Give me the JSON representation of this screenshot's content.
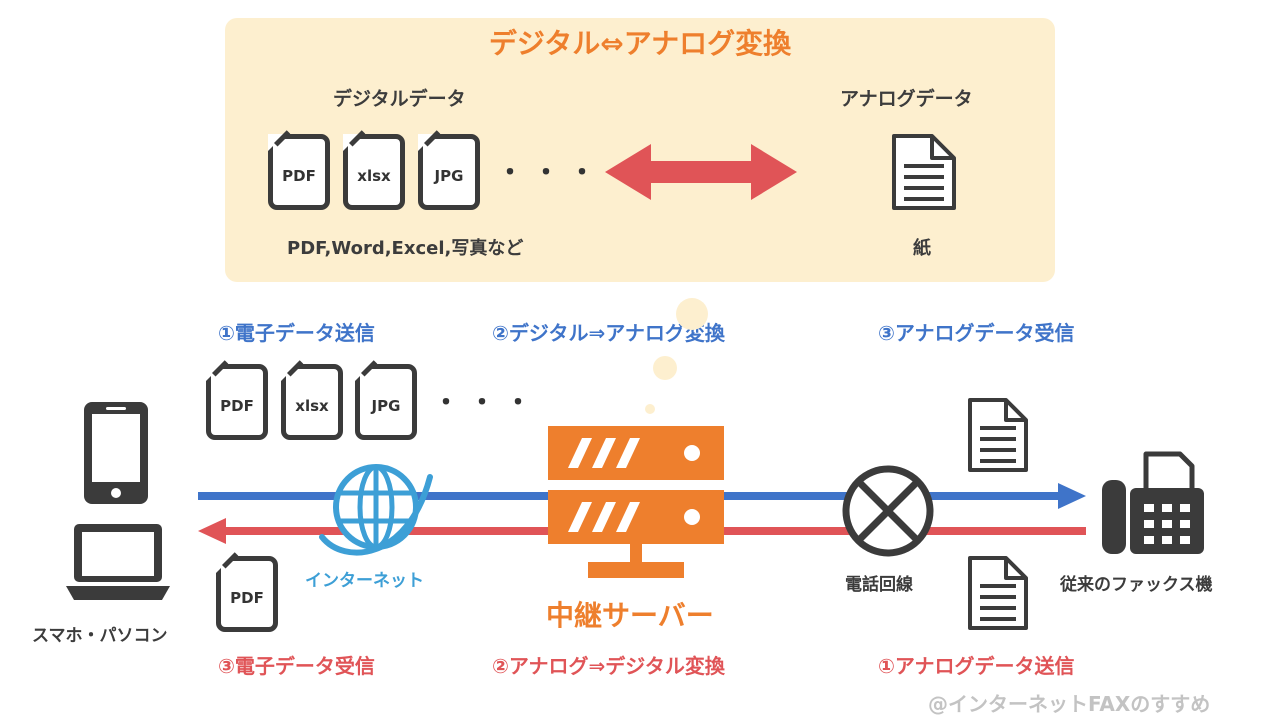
{
  "top_panel": {
    "title": "デジタル⇔アナログ変換",
    "digital_label": "デジタルデータ",
    "analog_label": "アナログデータ",
    "file_types": [
      "PDF",
      "xlsx",
      "JPG"
    ],
    "ellipsis": "・・・",
    "digital_caption": "PDF,Word,Excel,写真など",
    "analog_caption": "紙"
  },
  "steps_top": {
    "left": "①電子データ送信",
    "center": "②デジタル⇒アナログ変換",
    "right": "③アナログデータ受信"
  },
  "steps_bottom": {
    "left": "③電子データ受信",
    "center": "②アナログ⇒デジタル変換",
    "right": "①アナログデータ送信"
  },
  "flow": {
    "file_types": [
      "PDF",
      "xlsx",
      "JPG"
    ],
    "ellipsis": "・・・",
    "received_file": "PDF",
    "internet_label": "インターネット",
    "server_label": "中継サーバー",
    "phone_line_label": "電話回線",
    "device_label": "スマホ・パソコン",
    "fax_label": "従来のファックス機"
  },
  "watermark": "@インターネットFAXのすすめ",
  "colors": {
    "send_blue": "#3f74c9",
    "receive_red": "#e05457",
    "accent_orange": "#ee7f2d",
    "panel_bg": "#fdefcf",
    "globe_blue": "#3d9fd6"
  }
}
